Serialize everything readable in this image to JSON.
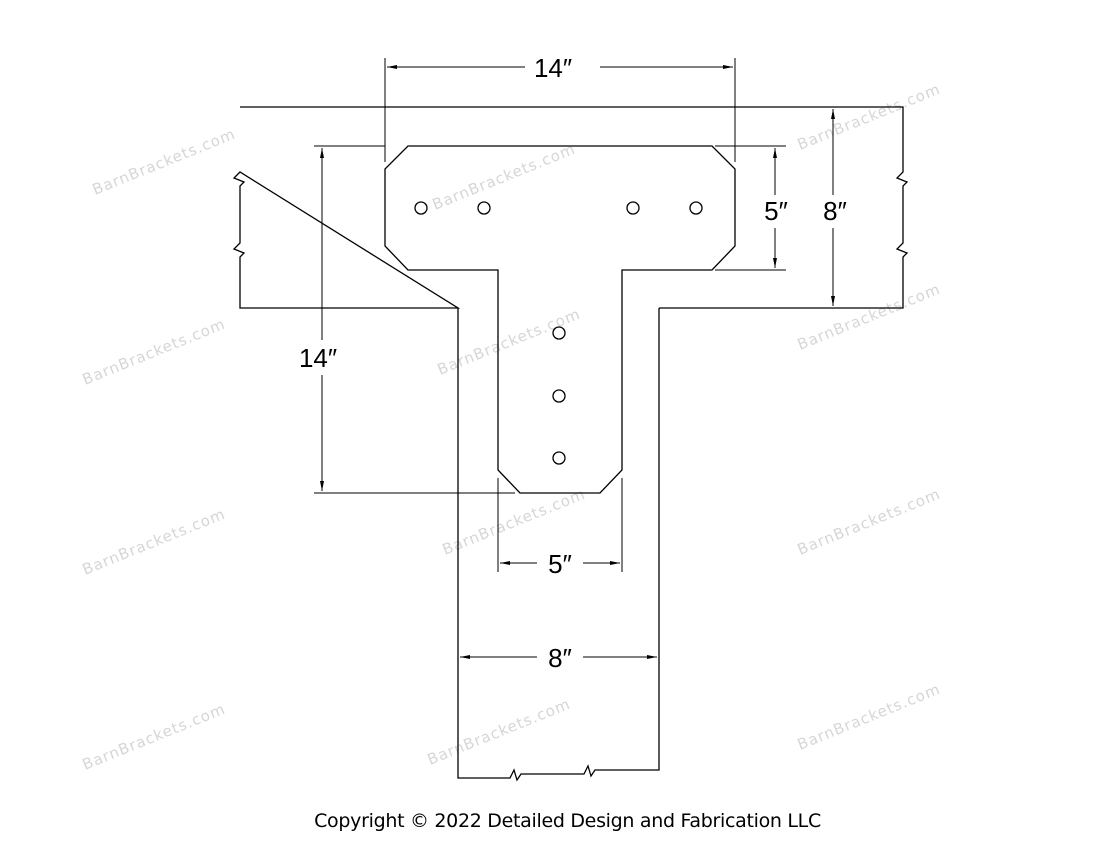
{
  "watermark": "BarnBrackets.com",
  "dimensions": {
    "top_width": "14″",
    "arm_height": "5″",
    "beam_height": "8″",
    "leg_length": "14″",
    "leg_width": "5″",
    "post_width": "8″"
  },
  "copyright": "Copyright © 2022 Detailed Design and Fabrication LLC"
}
